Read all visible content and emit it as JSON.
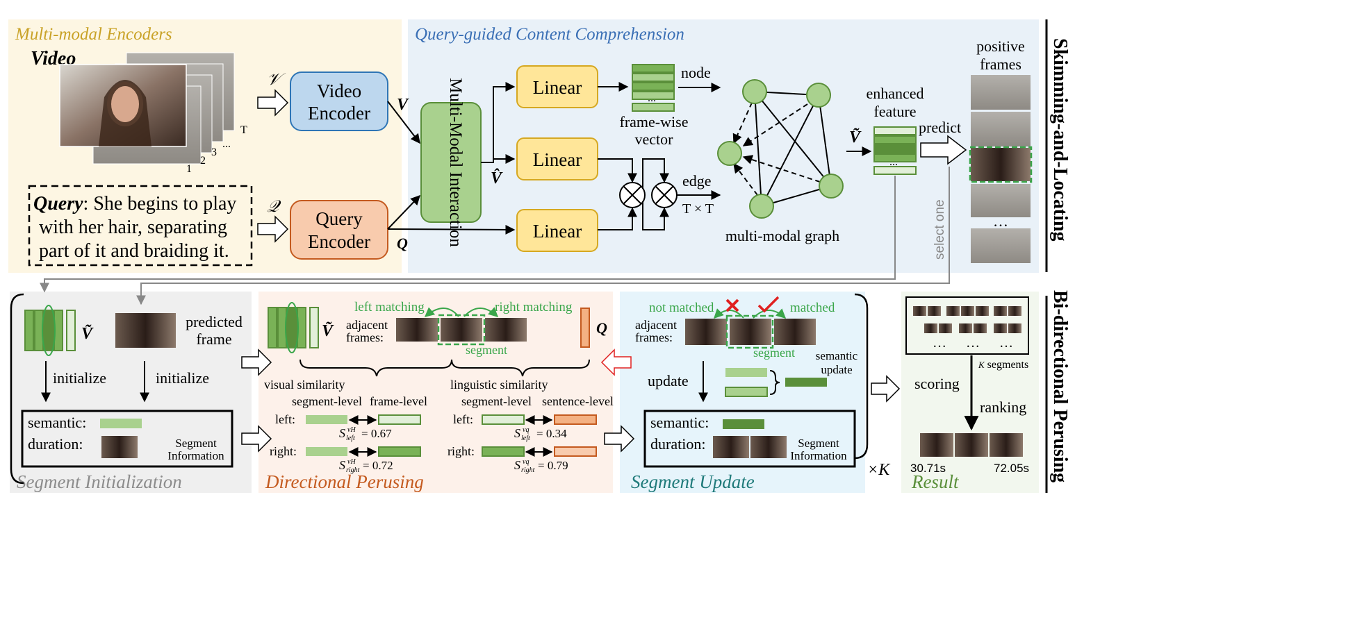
{
  "top_left": {
    "title": "Multi-modal Encoders",
    "video_label": "Video",
    "frame_numbers": [
      "1",
      "2",
      "3",
      "...",
      "T"
    ],
    "query_word": "Query",
    "query_lines": [
      ": She begins to play",
      "with her hair, separating",
      "part of it and braiding it."
    ],
    "symbol_v_script": "𝒱",
    "symbol_q_script": "𝒬",
    "video_encoder": [
      "Video",
      "Encoder"
    ],
    "query_encoder": [
      "Query",
      "Encoder"
    ],
    "symbol_v": "V",
    "symbol_q": "Q"
  },
  "top_mid": {
    "title": "Query-guided Content Comprehension",
    "mmi": "Multi-Modal Interaction",
    "v_hat": "V̂",
    "linear": "Linear",
    "node": "node",
    "frame_wise": [
      "frame-wise",
      "vector"
    ],
    "edge": "edge",
    "t_x_t": "T × T",
    "graph_label": "multi-modal graph",
    "enhanced": [
      "enhanced",
      "feature"
    ],
    "v_tilde": "Ṽ",
    "predict": "predict",
    "positive": [
      "positive",
      "frames"
    ],
    "select_one": "select one",
    "ellipsis": "...",
    "dots": "…"
  },
  "side_labels": [
    "Skimming-and-Locating",
    "Bi-directional Perusing"
  ],
  "seg_init": {
    "title": "Segment Initialization",
    "v_tilde": "Ṽ",
    "predicted": [
      "predicted",
      "frame"
    ],
    "initialize": "initialize",
    "semantic": "semantic:",
    "duration": "duration:",
    "seg_info": [
      "Segment",
      "Information"
    ]
  },
  "dir_perusing": {
    "title": "Directional Perusing",
    "v_tilde": "Ṽ",
    "q": "Q",
    "left_matching": "left matching",
    "right_matching": "right matching",
    "adjacent": [
      "adjacent",
      "frames:"
    ],
    "segment": "segment",
    "visual_sim": "visual similarity",
    "linguistic_sim": "linguistic similarity",
    "segment_level": "segment-level",
    "frame_level": "frame-level",
    "sentence_level": "sentence-level",
    "left": "left:",
    "right": "right:",
    "s_left_v": "= 0.67",
    "s_right_v": "= 0.72",
    "s_left_q": "= 0.34",
    "s_right_q": "= 0.79",
    "s": "S",
    "sub_left": "left",
    "sub_right": "right",
    "sup_v": "vH",
    "sup_q": "vq"
  },
  "seg_update": {
    "title": "Segment Update",
    "not_matched": "not matched",
    "matched": "matched",
    "adjacent": [
      "adjacent",
      "frames:"
    ],
    "segment": "segment",
    "semantic_update": [
      "semantic",
      "update"
    ],
    "update": "update",
    "semantic": "semantic:",
    "duration": "duration:",
    "seg_info": [
      "Segment",
      "Information"
    ],
    "times_k": "×K"
  },
  "result": {
    "title": "Result",
    "ellipses": [
      "…",
      "…",
      "…"
    ],
    "k_segments": "segments",
    "k": "K",
    "scoring": "scoring",
    "ranking": "ranking",
    "t_start": "30.71s",
    "t_end": "72.05s"
  },
  "colors": {
    "yellow_bg": "#fdf6e3",
    "blue_bg": "#e9f1f8",
    "gray_bg": "#efefef",
    "peach_bg": "#fdf1ea",
    "cyan_bg": "#e6f4fb",
    "green_bg": "#f2f7ee",
    "green_dark": "#5a8f3a",
    "green_mid": "#7ab257",
    "green_light": "#a9d18e",
    "orange": "#c45a1f",
    "orange_light": "#f4b183",
    "title_gold": "#c9a227",
    "title_blue": "#3a6fb5",
    "title_orange": "#c45a1f",
    "title_teal": "#1f7a7a",
    "title_green": "#5a8f3a",
    "match_green": "#3aa64a",
    "red": "#e02020"
  }
}
